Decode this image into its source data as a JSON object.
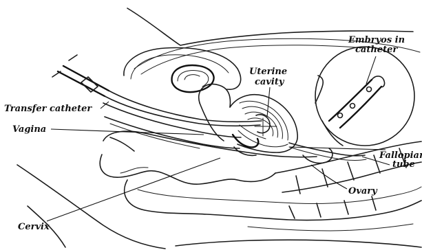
{
  "labels": {
    "embryos_in_catheter_line1": "Embryos in",
    "embryos_in_catheter_line2": "catheter",
    "uterine_cavity_line1": "Uterine",
    "uterine_cavity_line2": "cavity",
    "transfer_catheter": "Transfer catheter",
    "vagina": "Vagina",
    "fallopian_tube_line1": "Fallopian",
    "fallopian_tube_line2": "tube",
    "ovary": "Ovary",
    "cervix": "Cervix"
  }
}
